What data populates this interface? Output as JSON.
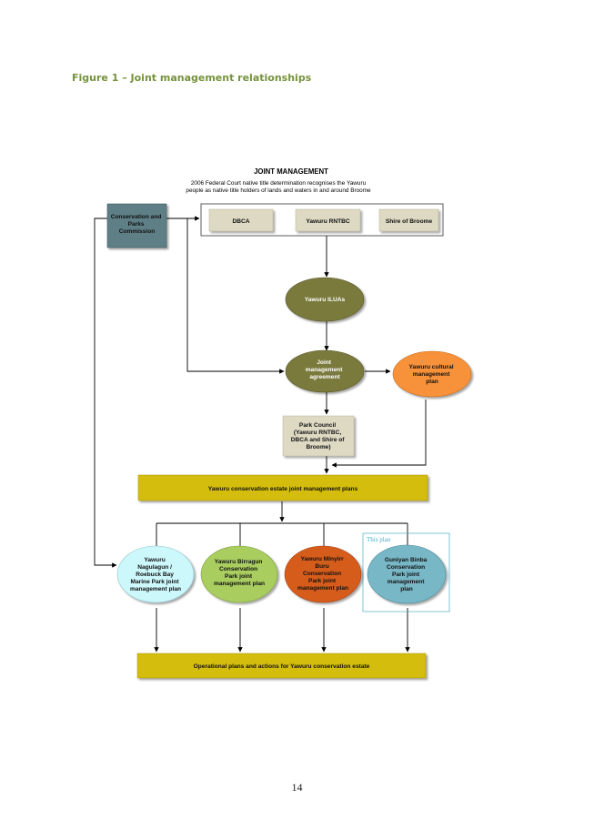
{
  "figure_title": "Figure 1 – Joint management relationships",
  "page_number": "14",
  "header": {
    "title": "JOINT MANAGEMENT",
    "subtitle_line1": "2006 Federal Court native title determination recognises the Yawuru",
    "subtitle_line2": "people as native title holders of lands and waters in and around Broome"
  },
  "nodes": {
    "cpc": [
      "Conservation and",
      "Parks",
      "Commission"
    ],
    "dbca": [
      "DBCA"
    ],
    "rntbc": [
      "Yawuru RNTBC"
    ],
    "shire": [
      "Shire of Broome"
    ],
    "iluas": [
      "Yawuru ILUAs"
    ],
    "jma": [
      "Joint",
      "management",
      "agreement"
    ],
    "cultural": [
      "Yawuru cultural",
      "management",
      "plan"
    ],
    "council": [
      "Park Council",
      "(Yawuru RNTBC,",
      "DBCA and Shire of",
      "Broome)"
    ],
    "estate_plans": [
      "Yawuru conservation estate joint management plans"
    ],
    "nagulagun": [
      "Yawuru",
      "Nagulagun /",
      "Roebuck Bay",
      "Marine Park joint",
      "management plan"
    ],
    "birragun": [
      "Yawuru Birragun",
      "Conservation",
      "Park joint",
      "management plan"
    ],
    "minyirr": [
      "Yawuru Minyirr",
      "Buru",
      "Conservation",
      "Park joint",
      "management plan"
    ],
    "guniyan": [
      "Guniyan Binba",
      "Conservation",
      "Park joint",
      "management",
      "plan"
    ],
    "operational": [
      "Operational plans and actions for Yawuru conservation estate"
    ]
  },
  "this_plan_label": "This plan",
  "colors": {
    "title_green": "#76923c",
    "cpc_fill": "#5f7f86",
    "beige": "#ddd9c3",
    "olive": "#7a7a3c",
    "orange": "#f7923a",
    "yellow_bar": "#d4bd0b",
    "light_cyan": "#ccf7fb",
    "light_green": "#a9cd5f",
    "rust": "#d65b1e",
    "teal": "#78b7c6",
    "this_plan_border": "#4bacc6"
  }
}
